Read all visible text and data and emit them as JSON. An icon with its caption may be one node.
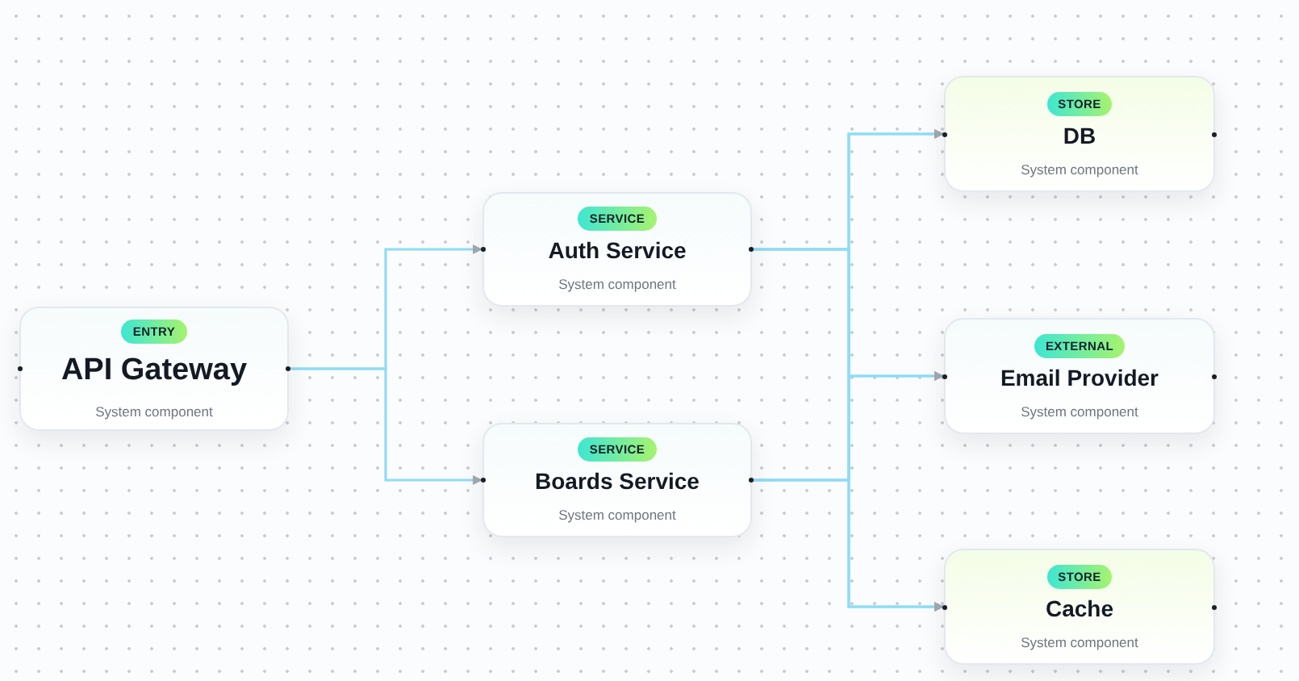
{
  "diagram": {
    "nodes": [
      {
        "text": [
          "ENTRY",
          "API Gateway",
          "System component"
        ]
      },
      {
        "text": [
          "SERVICE",
          "Auth Service",
          "System component"
        ]
      },
      {
        "text": [
          "SERVICE",
          "Boards Service",
          "System component"
        ]
      },
      {
        "text": [
          "STORE",
          "DB",
          "System component"
        ]
      },
      {
        "text": [
          "EXTERNAL",
          "Email Provider",
          "System component"
        ]
      },
      {
        "text": [
          "STORE",
          "Cache",
          "System component"
        ]
      }
    ],
    "edges": [
      {
        "from": 0,
        "to": 1,
        "arrow": "to"
      },
      {
        "from": 0,
        "to": 2,
        "arrow": "to"
      },
      {
        "from": 1,
        "to": 3,
        "arrow": "to"
      },
      {
        "from": 1,
        "to": 4,
        "arrow": "to"
      },
      {
        "from": 1,
        "to": 5,
        "arrow": "to"
      },
      {
        "from": 2,
        "to": 3,
        "arrow": "to"
      },
      {
        "from": 2,
        "to": 4,
        "arrow": "to"
      },
      {
        "from": 2,
        "to": 5,
        "arrow": "to"
      }
    ]
  }
}
